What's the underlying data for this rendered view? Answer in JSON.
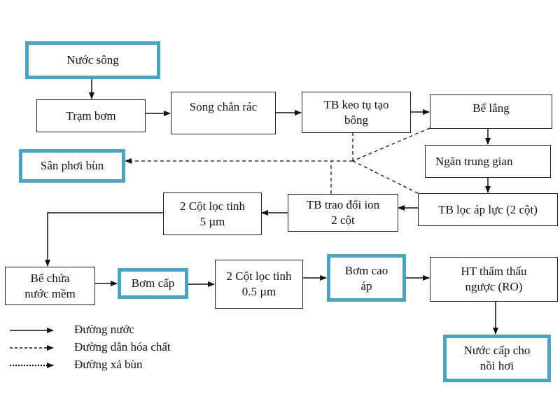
{
  "diagram": {
    "nodes": {
      "nuoc_song": "Nước sông",
      "tram_bom": "Trạm bơm",
      "song_chan_rac": "Song chắn rác",
      "tb_keo_tu": "TB keo tụ tạo\nbông",
      "be_lang": "Bể lắng",
      "ngan_trung_gian": "Ngăn trung gian",
      "tb_loc_ap_luc": "TB lọc áp lực (2 cột)",
      "tb_trao_doi_ion": "TB trao đổi ion\n2 cột",
      "cot_loc_5um": "2 Cột lọc tinh\n5 µm",
      "san_phoi_bun": "Sân phơi bùn",
      "be_chua_nuoc_mem": "Bể chứa\nnước mềm",
      "bom_cap": "Bơm cấp",
      "cot_loc_05um": "2 Cột lọc tinh\n0.5 µm",
      "bom_cao_ap": "Bơm cao\náp",
      "ht_ro": "HT thẩm thấu\nngược (RO)",
      "nuoc_cap_noi_hoi": "Nước cấp cho\nnồi hơi"
    },
    "edges": [
      {
        "from": "nuoc_song",
        "to": "tram_bom",
        "type": "water"
      },
      {
        "from": "tram_bom",
        "to": "song_chan_rac",
        "type": "water"
      },
      {
        "from": "song_chan_rac",
        "to": "tb_keo_tu",
        "type": "water"
      },
      {
        "from": "tb_keo_tu",
        "to": "be_lang",
        "type": "water"
      },
      {
        "from": "be_lang",
        "to": "ngan_trung_gian",
        "type": "water"
      },
      {
        "from": "ngan_trung_gian",
        "to": "tb_loc_ap_luc",
        "type": "water"
      },
      {
        "from": "tb_loc_ap_luc",
        "to": "tb_trao_doi_ion",
        "type": "water"
      },
      {
        "from": "tb_trao_doi_ion",
        "to": "cot_loc_5um",
        "type": "water"
      },
      {
        "from": "cot_loc_5um",
        "to": "be_chua_nuoc_mem",
        "type": "water"
      },
      {
        "from": "be_chua_nuoc_mem",
        "to": "bom_cap",
        "type": "water"
      },
      {
        "from": "bom_cap",
        "to": "cot_loc_05um",
        "type": "water"
      },
      {
        "from": "cot_loc_05um",
        "to": "bom_cao_ap",
        "type": "water"
      },
      {
        "from": "bom_cao_ap",
        "to": "ht_ro",
        "type": "water"
      },
      {
        "from": "ht_ro",
        "to": "nuoc_cap_noi_hoi",
        "type": "water"
      },
      {
        "from": "tb_keo_tu",
        "to": "san_phoi_bun",
        "type": "chemical"
      },
      {
        "from": "be_lang",
        "to": "san_phoi_bun",
        "type": "chemical"
      },
      {
        "from": "tb_loc_ap_luc",
        "to": "san_phoi_bun",
        "type": "chemical"
      },
      {
        "from": "tb_trao_doi_ion",
        "to": "san_phoi_bun",
        "type": "chemical"
      }
    ],
    "highlight_color": "#4aa3bf"
  },
  "legend": {
    "items": [
      {
        "label": "Đường nước",
        "style": "solid"
      },
      {
        "label": "Đường dẫn hóa chất",
        "style": "dashed"
      },
      {
        "label": "Đường xả bùn",
        "style": "dotted"
      }
    ]
  }
}
